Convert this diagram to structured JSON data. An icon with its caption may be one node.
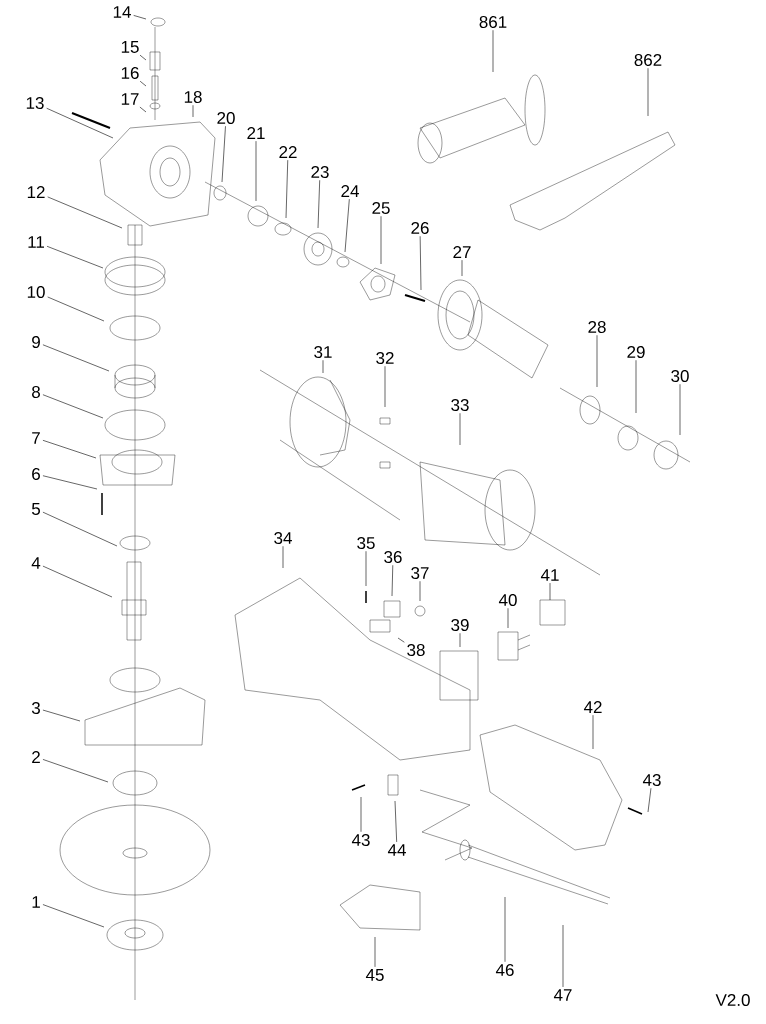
{
  "diagram": {
    "nodes": [
      {
        "text": [
          "14"
        ]
      },
      {
        "text": [
          "861"
        ]
      },
      {
        "text": [
          "862"
        ]
      },
      {
        "text": [
          "15"
        ]
      },
      {
        "text": [
          "16"
        ]
      },
      {
        "text": [
          "13"
        ]
      },
      {
        "text": [
          "17"
        ]
      },
      {
        "text": [
          "18"
        ]
      },
      {
        "text": [
          "20"
        ]
      },
      {
        "text": [
          "21"
        ]
      },
      {
        "text": [
          "22"
        ]
      },
      {
        "text": [
          "23"
        ]
      },
      {
        "text": [
          "24"
        ]
      },
      {
        "text": [
          "25"
        ]
      },
      {
        "text": [
          "12"
        ]
      },
      {
        "text": [
          "26"
        ]
      },
      {
        "text": [
          "11"
        ]
      },
      {
        "text": [
          "27"
        ]
      },
      {
        "text": [
          "10"
        ]
      },
      {
        "text": [
          "28"
        ]
      },
      {
        "text": [
          "9"
        ]
      },
      {
        "text": [
          "31"
        ]
      },
      {
        "text": [
          "32"
        ]
      },
      {
        "text": [
          "29"
        ]
      },
      {
        "text": [
          "30"
        ]
      },
      {
        "text": [
          "8"
        ]
      },
      {
        "text": [
          "33"
        ]
      },
      {
        "text": [
          "7"
        ]
      },
      {
        "text": [
          "6"
        ]
      },
      {
        "text": [
          "5"
        ]
      },
      {
        "text": [
          "34"
        ]
      },
      {
        "text": [
          "35"
        ]
      },
      {
        "text": [
          "36"
        ]
      },
      {
        "text": [
          "37"
        ]
      },
      {
        "text": [
          "41"
        ]
      },
      {
        "text": [
          "40"
        ]
      },
      {
        "text": [
          "39"
        ]
      },
      {
        "text": [
          "38"
        ]
      },
      {
        "text": [
          "4"
        ]
      },
      {
        "text": [
          "42"
        ]
      },
      {
        "text": [
          "3"
        ]
      },
      {
        "text": [
          "2"
        ]
      },
      {
        "text": [
          "43"
        ]
      },
      {
        "text": [
          "44"
        ]
      },
      {
        "text": [
          "43"
        ]
      },
      {
        "text": [
          "1"
        ]
      },
      {
        "text": [
          "46"
        ]
      },
      {
        "text": [
          "47"
        ]
      },
      {
        "text": [
          "45"
        ]
      }
    ],
    "edges": [
      {
        "from": 0,
        "to": null,
        "arrow": "none"
      },
      {
        "from": 1,
        "to": null,
        "arrow": "none"
      },
      {
        "from": 2,
        "to": null,
        "arrow": "none"
      },
      {
        "from": 3,
        "to": null,
        "arrow": "none"
      },
      {
        "from": 4,
        "to": null,
        "arrow": "none"
      },
      {
        "from": 5,
        "to": null,
        "arrow": "none"
      },
      {
        "from": 6,
        "to": null,
        "arrow": "none"
      },
      {
        "from": 7,
        "to": null,
        "arrow": "none"
      },
      {
        "from": 8,
        "to": null,
        "arrow": "none"
      },
      {
        "from": 9,
        "to": null,
        "arrow": "none"
      },
      {
        "from": 10,
        "to": null,
        "arrow": "none"
      },
      {
        "from": 11,
        "to": null,
        "arrow": "none"
      },
      {
        "from": 12,
        "to": null,
        "arrow": "none"
      },
      {
        "from": 13,
        "to": null,
        "arrow": "none"
      },
      {
        "from": 14,
        "to": null,
        "arrow": "none"
      },
      {
        "from": 15,
        "to": null,
        "arrow": "none"
      },
      {
        "from": 16,
        "to": null,
        "arrow": "none"
      },
      {
        "from": 17,
        "to": null,
        "arrow": "none"
      },
      {
        "from": 18,
        "to": null,
        "arrow": "none"
      },
      {
        "from": 19,
        "to": null,
        "arrow": "none"
      },
      {
        "from": 20,
        "to": null,
        "arrow": "none"
      },
      {
        "from": 21,
        "to": null,
        "arrow": "none"
      },
      {
        "from": 22,
        "to": null,
        "arrow": "none"
      },
      {
        "from": 23,
        "to": null,
        "arrow": "none"
      },
      {
        "from": 24,
        "to": null,
        "arrow": "none"
      },
      {
        "from": 25,
        "to": null,
        "arrow": "none"
      },
      {
        "from": 26,
        "to": null,
        "arrow": "none"
      },
      {
        "from": 27,
        "to": null,
        "arrow": "none"
      },
      {
        "from": 28,
        "to": null,
        "arrow": "none"
      },
      {
        "from": 29,
        "to": null,
        "arrow": "none"
      },
      {
        "from": 30,
        "to": null,
        "arrow": "none"
      },
      {
        "from": 31,
        "to": null,
        "arrow": "none"
      },
      {
        "from": 32,
        "to": null,
        "arrow": "none"
      },
      {
        "from": 33,
        "to": null,
        "arrow": "none"
      },
      {
        "from": 34,
        "to": null,
        "arrow": "none"
      },
      {
        "from": 35,
        "to": null,
        "arrow": "none"
      },
      {
        "from": 36,
        "to": null,
        "arrow": "none"
      },
      {
        "from": 37,
        "to": null,
        "arrow": "none"
      },
      {
        "from": 38,
        "to": null,
        "arrow": "none"
      },
      {
        "from": 39,
        "to": null,
        "arrow": "none"
      },
      {
        "from": 40,
        "to": null,
        "arrow": "none"
      },
      {
        "from": 41,
        "to": null,
        "arrow": "none"
      },
      {
        "from": 42,
        "to": null,
        "arrow": "none"
      },
      {
        "from": 43,
        "to": null,
        "arrow": "none"
      },
      {
        "from": 44,
        "to": null,
        "arrow": "none"
      },
      {
        "from": 45,
        "to": null,
        "arrow": "none"
      },
      {
        "from": 46,
        "to": null,
        "arrow": "none"
      },
      {
        "from": 47,
        "to": null,
        "arrow": "none"
      },
      {
        "from": 48,
        "to": null,
        "arrow": "none"
      }
    ],
    "labels": [
      "V2.0"
    ]
  }
}
